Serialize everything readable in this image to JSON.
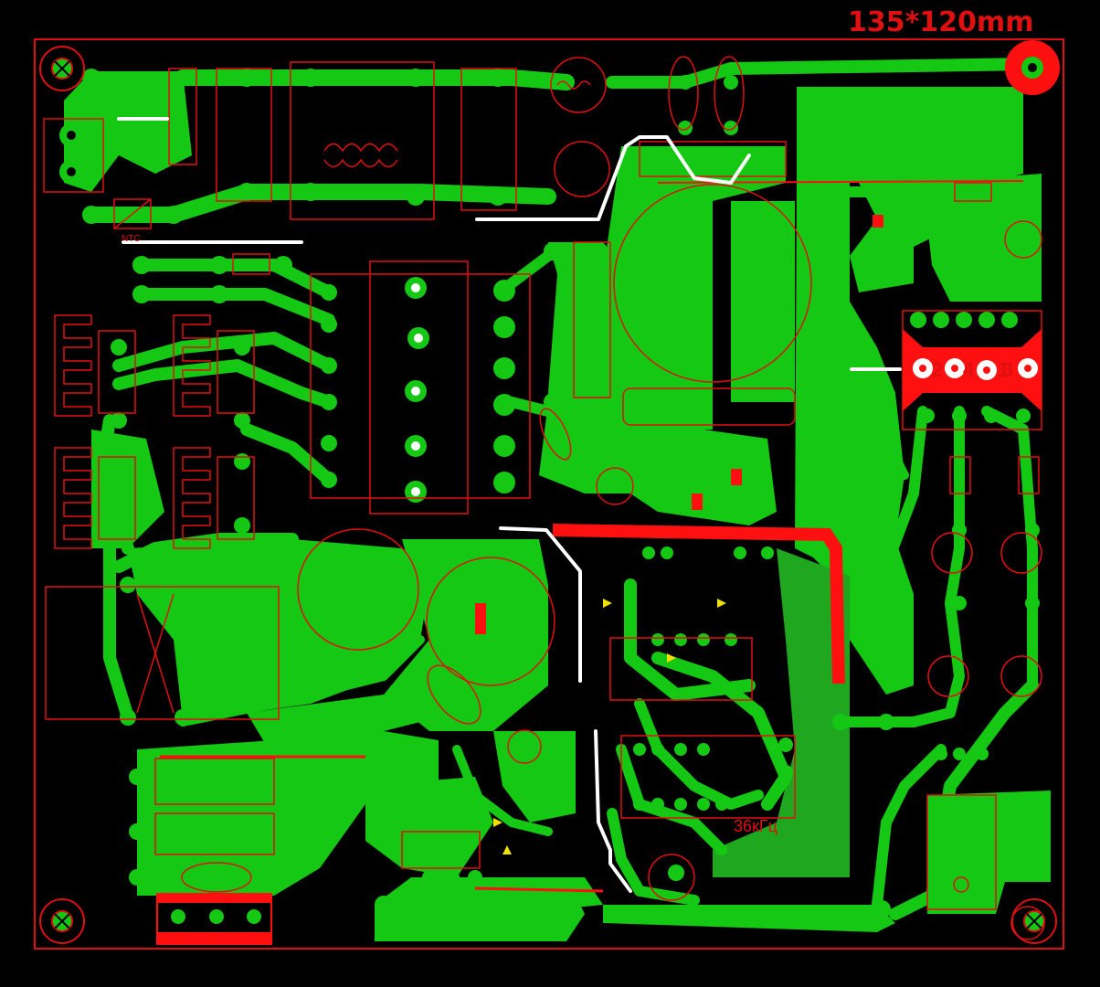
{
  "board": {
    "dimension_label": "135*120mm",
    "frequency_label": "36кГц",
    "ntc_label": "NTC",
    "connector_pin_numbers": [
      "2",
      "4",
      "1",
      "3"
    ],
    "colors": {
      "background": "#000000",
      "copper": "#14c814",
      "silkscreen": "#e01010",
      "jumper": "#ffffff",
      "hot_trace": "#ff1010",
      "marker": "#f0e000"
    }
  }
}
